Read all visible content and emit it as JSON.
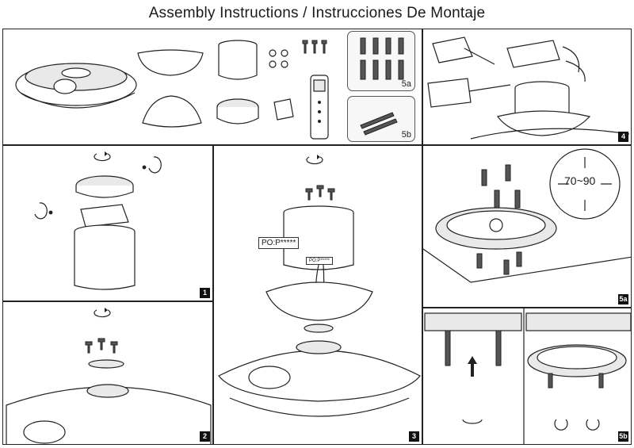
{
  "header": {
    "title": "Assembly Instructions / Instrucciones De Montaje"
  },
  "parts_panel": {
    "label_5a": "5a",
    "label_5b": "5b"
  },
  "steps": {
    "s1": "1",
    "s2": "2",
    "s3": "3",
    "s4": "4",
    "s5a": "5a",
    "s5b": "5b"
  },
  "step3": {
    "code_tag": "PO:P*****",
    "small_tag": "PO:P*****"
  },
  "step5a": {
    "dimension": "70~90"
  }
}
